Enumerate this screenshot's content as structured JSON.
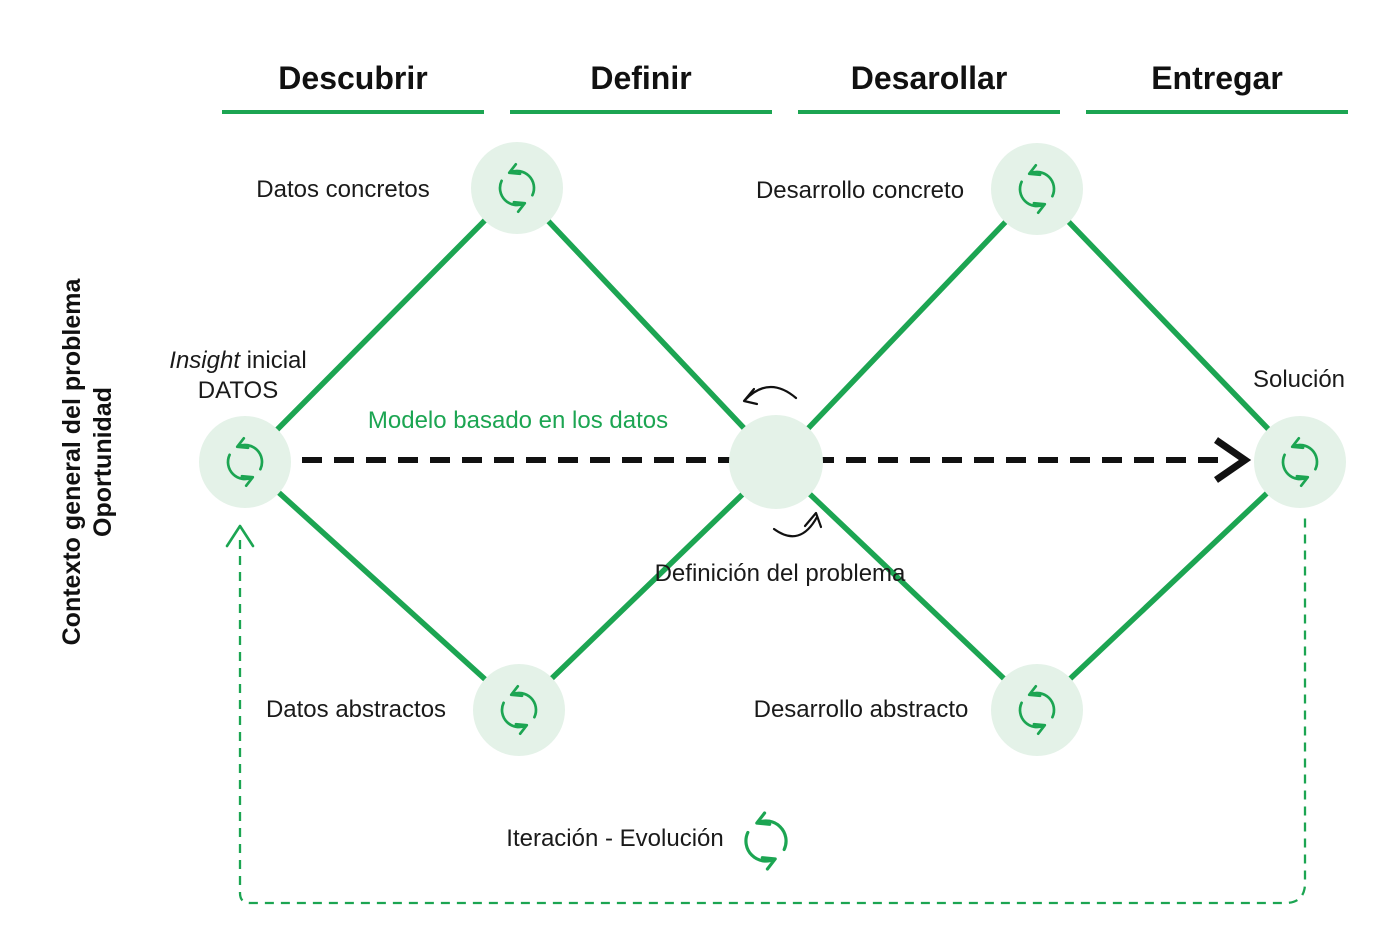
{
  "diagram": {
    "phases": [
      "Descubrir",
      "Definir",
      "Desarollar",
      "Entregar"
    ],
    "side_label": {
      "line1": "Contexto general del problema",
      "line2": "Oportunidad"
    },
    "labels": {
      "datos_concretos": "Datos concretos",
      "desarrollo_concreto": "Desarrollo concreto",
      "insight_italic": "Insight",
      "insight_rest": " inicial",
      "insight_line2": "DATOS",
      "solucion": "Solución",
      "modelo": "Modelo basado en los datos",
      "definicion": "Definición del problema",
      "datos_abstractos": "Datos abstractos",
      "desarrollo_abstracto": "Desarrollo abstracto",
      "iteracion": "Iteración - Evolución"
    },
    "icons": {
      "node_icon": "cycle-arrows-icon",
      "iteration_icon": "cycle-arrows-icon",
      "flow_arrowhead": "right-arrowhead-icon",
      "feedback_arrowhead": "up-arrowhead-icon",
      "center_top_arrow": "curved-arrow-left-icon",
      "center_bottom_arrow": "curved-arrow-right-icon"
    },
    "colors": {
      "green": "#1ca552",
      "light_green": "#e4f2e8",
      "black": "#1a1a1a"
    }
  }
}
